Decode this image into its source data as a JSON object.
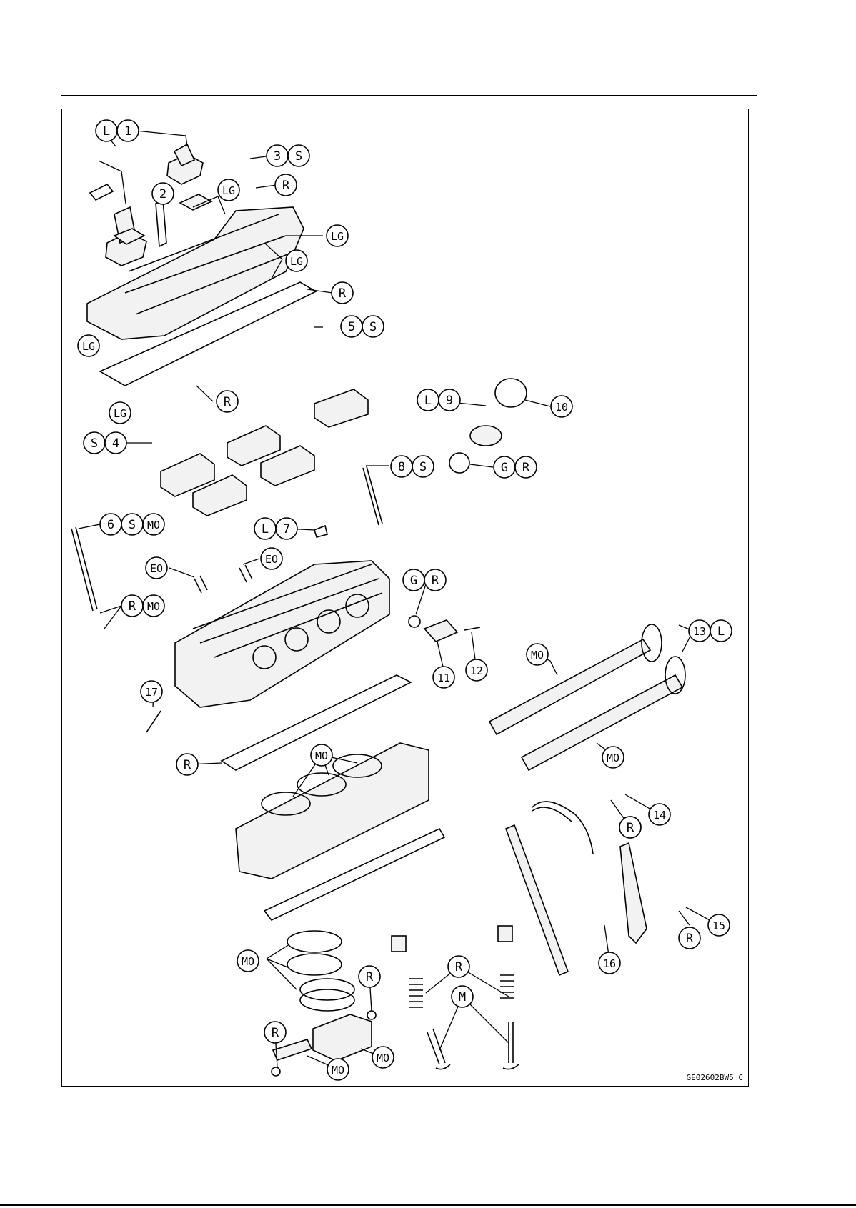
{
  "figure_code": "GE02602BW5 C",
  "callouts": {
    "c1": [
      "L",
      "1"
    ],
    "c2": [
      "2"
    ],
    "c3": [
      "3",
      "S"
    ],
    "c4": [
      "R"
    ],
    "c5": [
      "LG"
    ],
    "c6": [
      "LG"
    ],
    "c7": [
      "LG"
    ],
    "c8": [
      "R"
    ],
    "c9": [
      "LG"
    ],
    "c10": [
      "5",
      "S"
    ],
    "c11": [
      "LG"
    ],
    "c12": [
      "R"
    ],
    "c13": [
      "L",
      "9"
    ],
    "c14": [
      "10"
    ],
    "c15": [
      "S",
      "4"
    ],
    "c16": [
      "8",
      "S"
    ],
    "c17": [
      "G",
      "R"
    ],
    "c18": [
      "6",
      "S",
      "MO"
    ],
    "c19": [
      "L",
      "7"
    ],
    "c20": [
      "EO"
    ],
    "c21": [
      "EO"
    ],
    "c22": [
      "G",
      "R"
    ],
    "c23": [
      "R",
      "MO"
    ],
    "c24": [
      "13",
      "L"
    ],
    "c25": [
      "MO"
    ],
    "c26": [
      "11"
    ],
    "c27": [
      "12"
    ],
    "c28": [
      "17"
    ],
    "c29": [
      "R"
    ],
    "c30": [
      "MO"
    ],
    "c31": [
      "MO"
    ],
    "c32": [
      "14"
    ],
    "c33": [
      "R"
    ],
    "c34": [
      "R"
    ],
    "c35": [
      "15"
    ],
    "c36": [
      "R"
    ],
    "c37": [
      "16"
    ],
    "c38": [
      "MO"
    ],
    "c39": [
      "R"
    ],
    "c40": [
      "R"
    ],
    "c41": [
      "M"
    ],
    "c42": [
      "R"
    ],
    "c43": [
      "MO"
    ],
    "c44": [
      "MO"
    ]
  }
}
